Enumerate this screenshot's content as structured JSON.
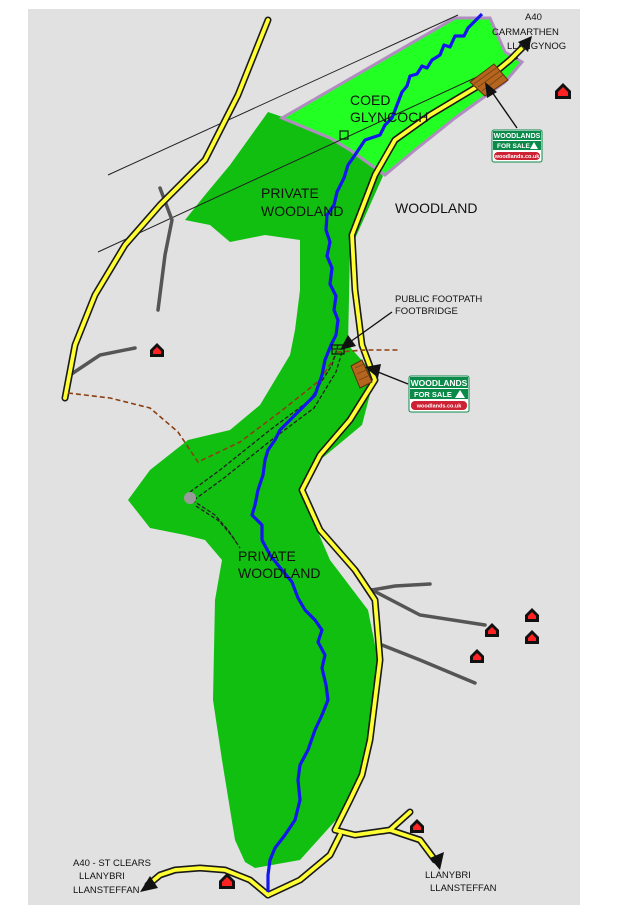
{
  "colors": {
    "background": "#e1e1e1",
    "woodland": "#11bf11",
    "coed_glyncoch": "#22ff22",
    "boundary": "#b08cc0",
    "river": "#1515ee",
    "road_fill": "#ffff33",
    "footpath": "#8b3f12",
    "house_red": "#ff2222",
    "sign_green": "#0b8a4a",
    "sign_red": "#cc2233"
  },
  "areas": {
    "coed_glyncoch_line1": "COED",
    "coed_glyncoch_line2": "GLYNCOCH",
    "private_woodland_north_line1": "PRIVATE",
    "private_woodland_north_line2": "WOODLAND",
    "woodland_east": "WOODLAND",
    "private_woodland_south_line1": "PRIVATE",
    "private_woodland_south_line2": "WOODLAND"
  },
  "annotations": {
    "footpath_line1": "PUBLIC FOOTPATH",
    "footpath_line2": "FOOTBRIDGE"
  },
  "roads": {
    "ne_line1": "A40",
    "ne_line2": "CARMARTHEN",
    "ne_line3": "LLANGYNOG",
    "sw_line1": "A40 -  ST CLEARS",
    "sw_line2": "LLANYBRI",
    "sw_line3": "LLANSTEFFAN",
    "se_line1": "LLANYBRI",
    "se_line2": "LLANSTEFFAN"
  },
  "sign": {
    "line1": "WOODLANDS",
    "line2": "FOR SALE",
    "url": "woodlands.co.uk",
    "icon": "tree-icon"
  },
  "icons": {
    "house": "house-icon",
    "sign": "woodlands-for-sale-sign"
  }
}
